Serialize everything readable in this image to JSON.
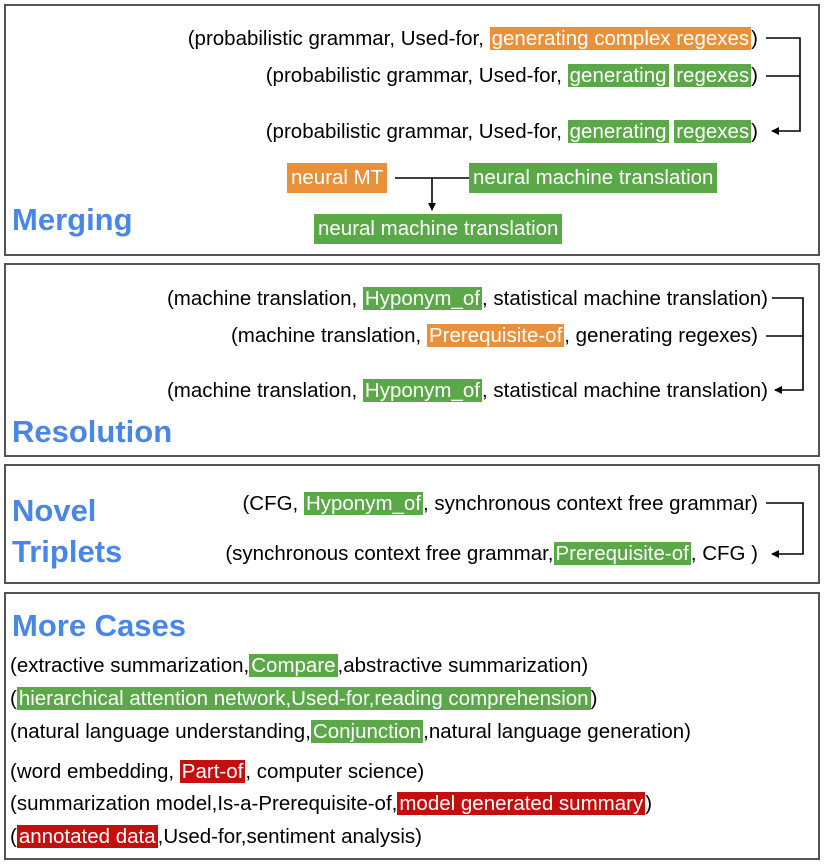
{
  "merging": {
    "title": "Merging",
    "triplets": [
      {
        "head": "(probabilistic grammar, Used-for, ",
        "parts": [
          "generating complex regexes"
        ],
        "tail": ")"
      },
      {
        "head": "(probabilistic grammar, Used-for, ",
        "parts": [
          "generating",
          "regexes"
        ],
        "tail": ")"
      },
      {
        "head": "(probabilistic grammar, Used-for, ",
        "parts": [
          "generating",
          "regexes"
        ],
        "tail": ")"
      }
    ],
    "entity_a": "neural MT",
    "entity_b": "neural machine translation",
    "entity_merged": "neural machine translation"
  },
  "resolution": {
    "title": "Resolution",
    "triplets": [
      {
        "head": "(machine translation, ",
        "relation": "Hyponym_of",
        "tail": ", statistical machine translation)"
      },
      {
        "head": "(machine translation, ",
        "relation": "Prerequisite-of",
        "tail": ", generating regexes)"
      },
      {
        "head": "(machine translation, ",
        "relation": "Hyponym_of",
        "tail": ", statistical machine translation)"
      }
    ]
  },
  "novel": {
    "title_line1": "Novel",
    "title_line2": "Triplets",
    "triplets": [
      {
        "head": "(CFG, ",
        "relation": "Hyponym_of",
        "tail": ", synchronous context free grammar)"
      },
      {
        "head": "(synchronous context free grammar,",
        "relation": "Prerequisite-of",
        "tail": ", CFG )"
      }
    ]
  },
  "more": {
    "title": "More Cases",
    "c1": {
      "a": "(extractive summarization,",
      "b": "Compare",
      "c": ",abstractive summarization)"
    },
    "c2": {
      "a": "(",
      "b": "hierarchical attention network,Used-for,reading comprehension",
      "c": ")"
    },
    "c3": {
      "a": "(natural language understanding,",
      "b": "Conjunction",
      "c": ",natural language generation)"
    },
    "c4": {
      "a": "(word embedding, ",
      "b": "Part-of",
      "c": ", computer science)"
    },
    "c5": {
      "a": "(summarization model,Is-a-Prerequisite-of,",
      "b": "model generated summary",
      "c": ")"
    },
    "c6": {
      "a": "(",
      "b": "annotated data",
      "c": ",Used-for,sentiment analysis)"
    }
  },
  "colors": {
    "title_blue": "#4a86e8",
    "orange": "#e8913a",
    "green": "#5aa848",
    "red": "#c40f0f"
  }
}
